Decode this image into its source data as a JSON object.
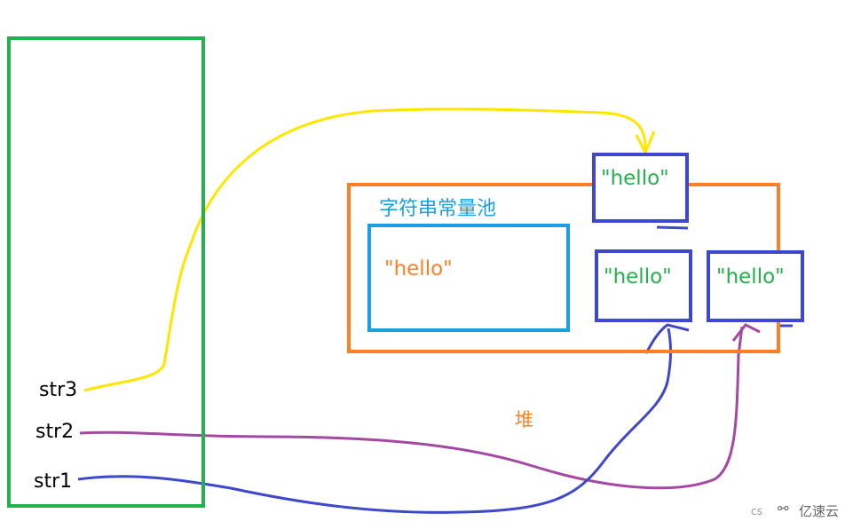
{
  "stack": {
    "vars": [
      "str3",
      "str2",
      "str1"
    ]
  },
  "pool": {
    "title": "字符串常量池",
    "value": "\"hello\""
  },
  "heap": {
    "label": "堆",
    "objects": [
      "\"hello\"",
      "\"hello\"",
      "\"hello\""
    ]
  },
  "watermark": {
    "prefix": "cs",
    "brand": "亿速云"
  },
  "colors": {
    "stack": "#22b14c",
    "heap": "#ff7f27",
    "pool": "#1a9fe0",
    "object": "#3f48cc",
    "str3": "#ffe600",
    "str2": "#a349a4",
    "str1": "#3f48cc"
  }
}
